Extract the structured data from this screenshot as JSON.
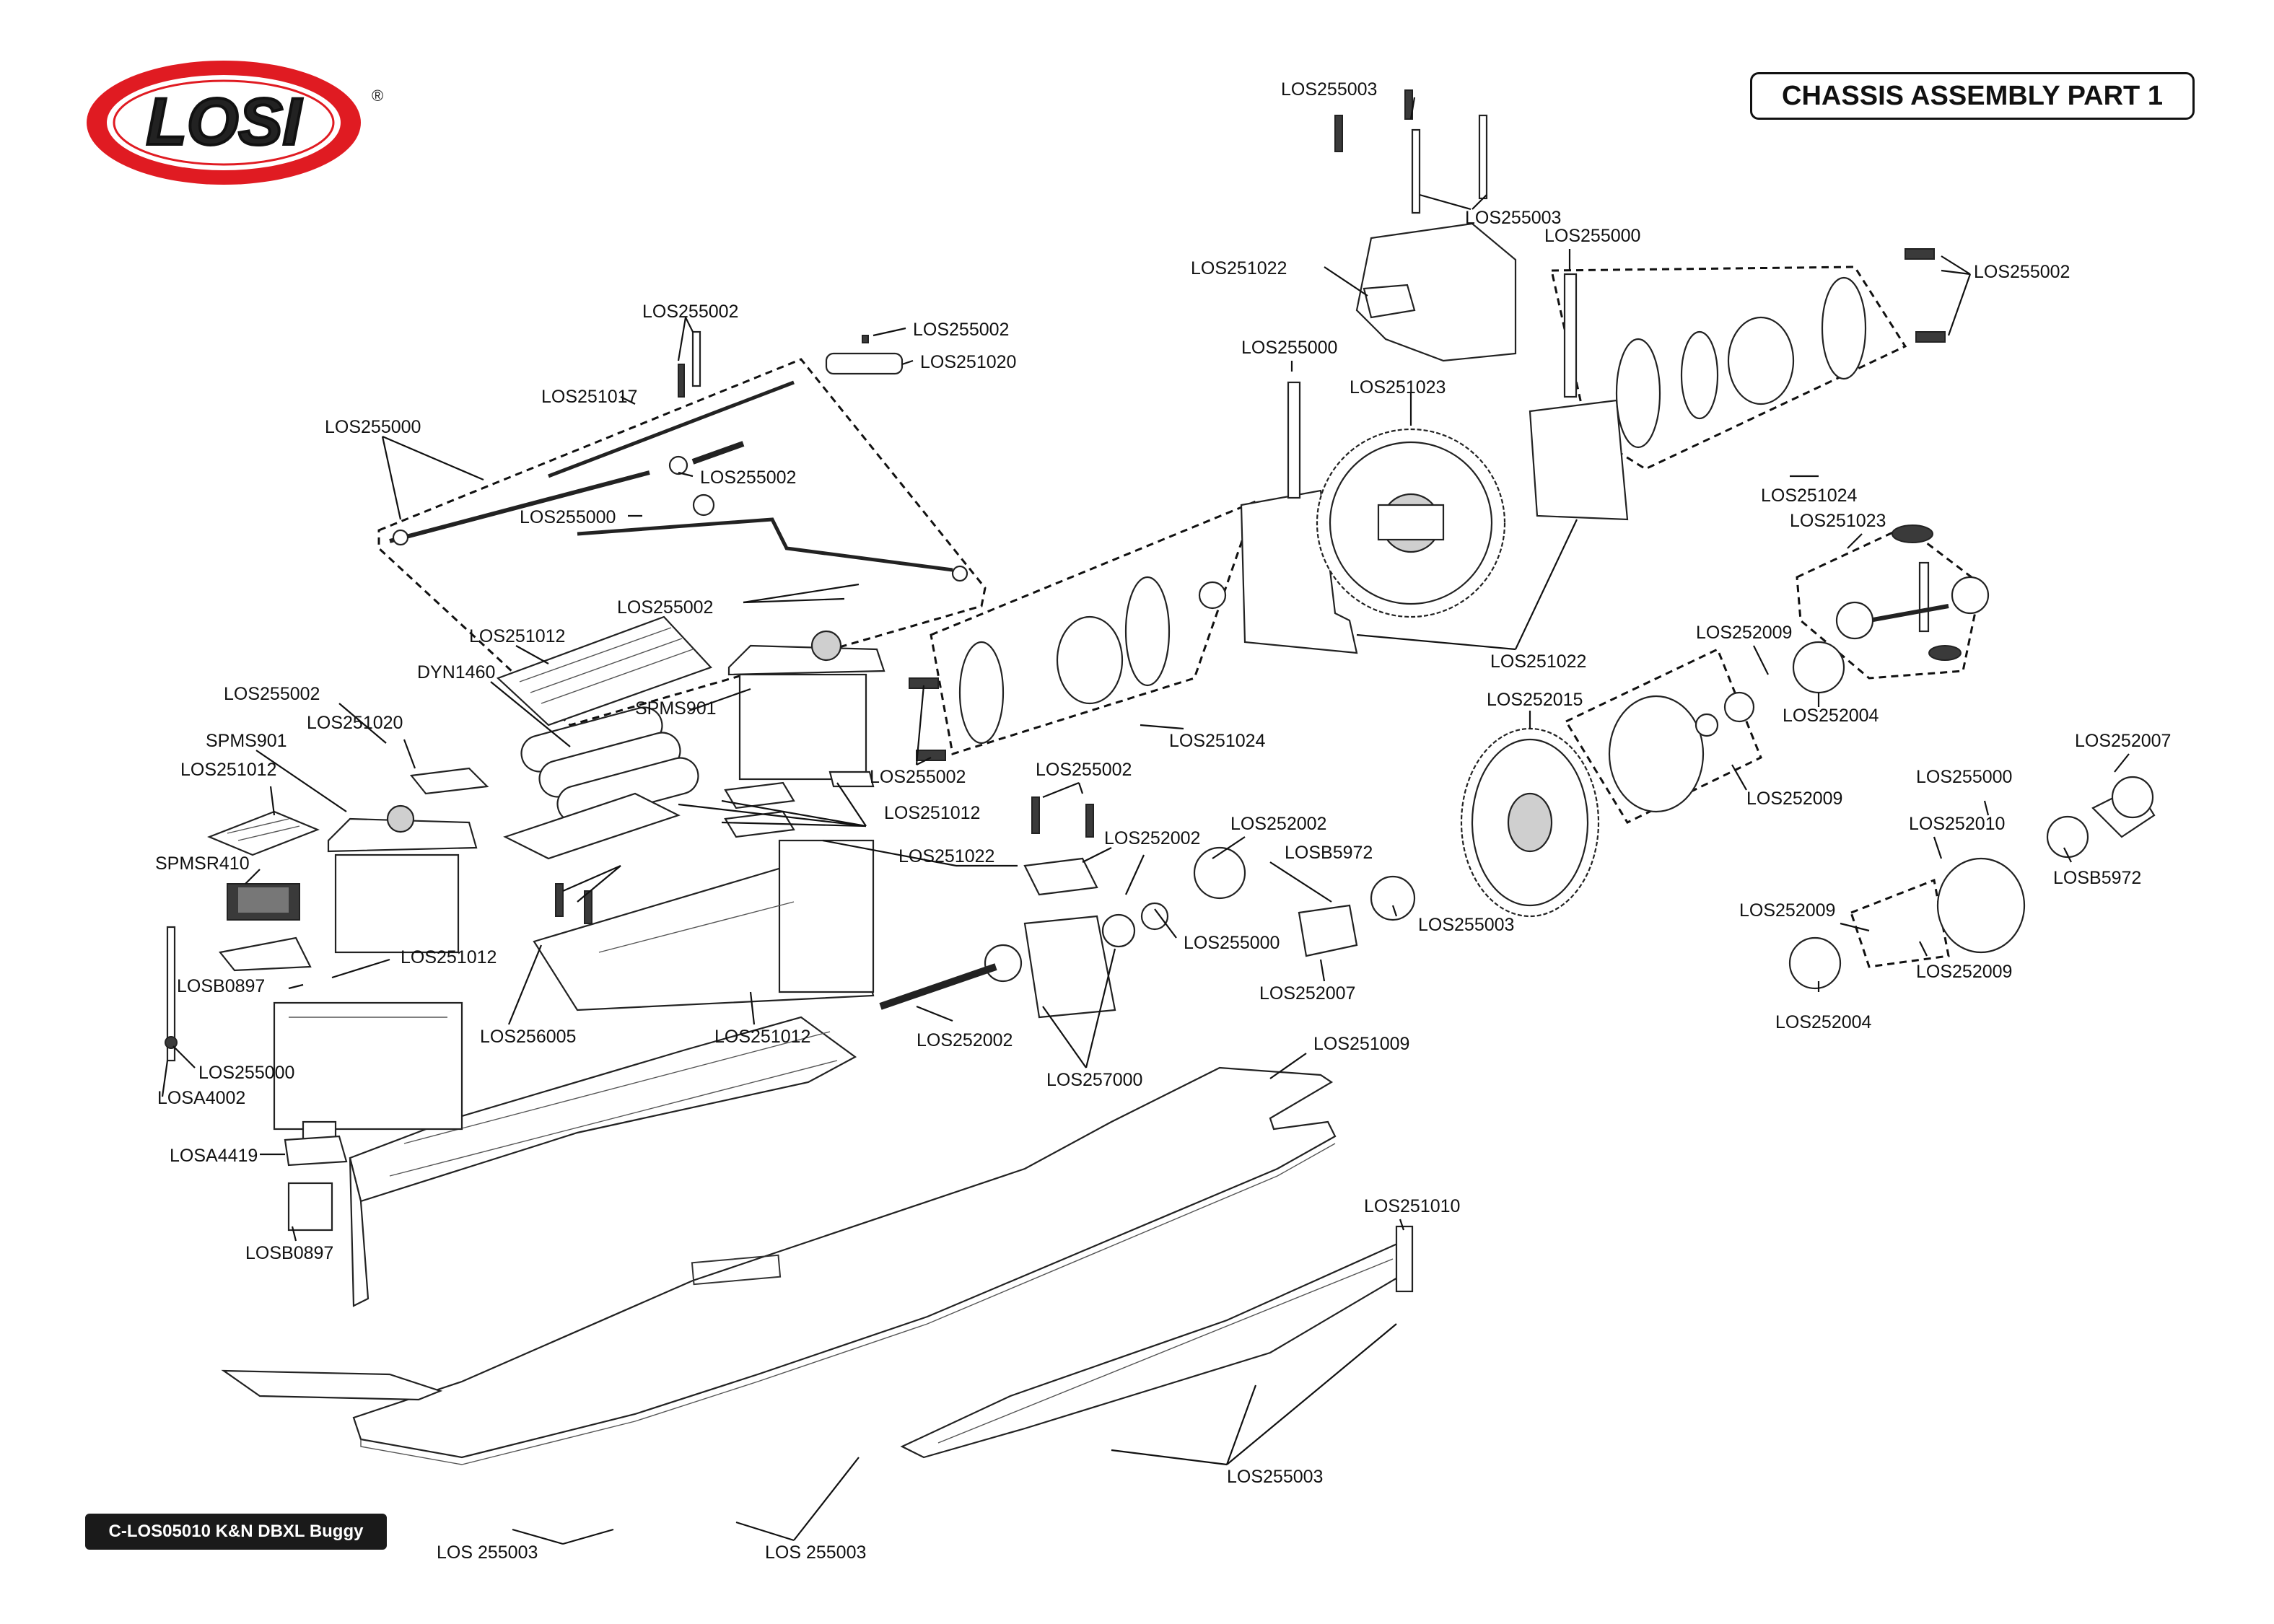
{
  "title": "CHASSIS ASSEMBLY PART 1",
  "footer": "C-LOS05010 K&N DBXL Buggy",
  "brand": {
    "logo_text": "LOSI",
    "registered": "®",
    "ring_color": "#e01b22"
  },
  "labels": {
    "l1": "LOS255003",
    "l2": "LOS255003",
    "l3": "LOS255000",
    "l4": "LOS255002",
    "l5": "LOS251022",
    "l6": "LOS255000",
    "l7": "LOS251023",
    "l8": "LOS251024",
    "l9": "LOS251023",
    "l10": "LOS251022",
    "l11": "LOS252009",
    "l12": "LOS252004",
    "l13": "LOS252015",
    "l14": "LOS252009",
    "l15": "LOS252007",
    "l16": "LOS255000",
    "l17": "LOS252010",
    "l18": "LOSB5972",
    "l19": "LOS252009",
    "l20": "LOS252009",
    "l21": "LOS252004",
    "l22": "LOS255002",
    "l23": "LOS255002",
    "l24": "LOS251020",
    "l25": "LOS251017",
    "l26": "LOS255000",
    "l27": "LOS255002",
    "l28": "LOS255000",
    "l29": "LOS255002",
    "l30": "LOS251012",
    "l31": "DYN1460",
    "l32": "SPMS901",
    "l33": "LOS255002",
    "l34": "LOS251024",
    "l35": "LOS255002",
    "l36": "LOS251020",
    "l37": "SPMS901",
    "l38": "LOS251012",
    "l39": "SPMSR410",
    "l40": "LOS255002",
    "l41": "LOS251012",
    "l42": "LOS251022",
    "l43": "LOS252002",
    "l44": "LOS252002",
    "l45": "LOSB5972",
    "l46": "LOS255003",
    "l47": "LOS255000",
    "l48": "LOS252007",
    "l49": "LOS251012",
    "l50": "LOSB0897",
    "l51": "LOS255000",
    "l52": "LOSA4002",
    "l53": "LOS256005",
    "l54": "LOS251012",
    "l55": "LOS252002",
    "l56": "LOS257000",
    "l57": "LOS251009",
    "l58": "LOSA4419",
    "l59": "LOSB0897",
    "l60": "LOS251010",
    "l61": "LOS255003",
    "l62": "LOS 255003",
    "l63": "LOS 255003"
  }
}
